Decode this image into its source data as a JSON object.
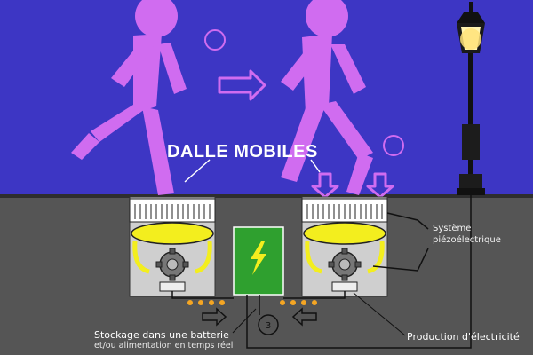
{
  "title": "DALLE MOBILES",
  "labels": {
    "piezo_line1": "Système",
    "piezo_line2": "piézoélectrique",
    "storage_line1": "Stockage dans une batterie",
    "storage_line2": "et/ou alimentation en temps réel",
    "production": "Production d'électricité",
    "step_number": "3"
  },
  "colors": {
    "sky": "#3d36c4",
    "ground": "#555555",
    "figure": "#d06cf0",
    "piezo_disc": "#f3ee1e",
    "battery": "#2fa02f",
    "led": "#f5a623"
  },
  "icons": [
    "walking-figure",
    "lightning-bolt-icon",
    "arrow-right-icon",
    "arrow-down-icon",
    "street-lamp"
  ]
}
